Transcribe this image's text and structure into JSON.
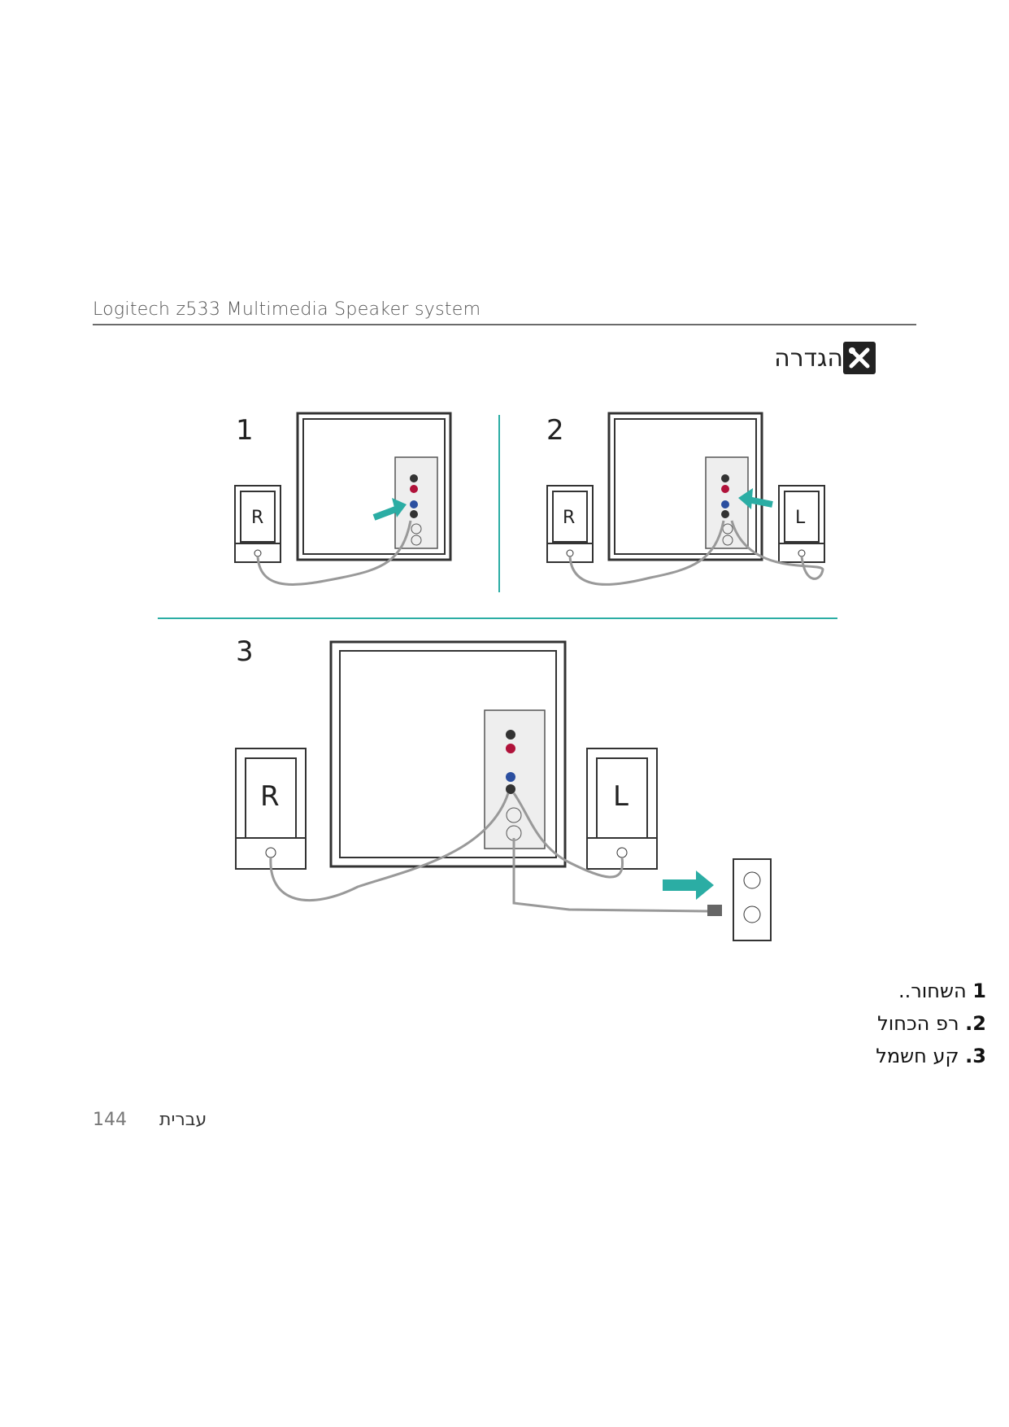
{
  "header": {
    "title": "Logitech z533 Multimedia Speaker system"
  },
  "section": {
    "heading": "הגדרה",
    "icon": "tools-icon"
  },
  "figure": {
    "panel_labels": [
      "1",
      "2",
      "3"
    ],
    "speaker_labels": {
      "right": "R",
      "left": "L"
    }
  },
  "steps": [
    {
      "text": "השחור..",
      "number": "1"
    },
    {
      "text": "רפ הכחול",
      "number": "2."
    },
    {
      "text": "קע חשמל",
      "number": "3."
    }
  ],
  "footer": {
    "page_number": "144",
    "language": "עברית"
  },
  "colors": {
    "accent": "#2bada4",
    "text": "#222222",
    "rule": "#6b6b6b"
  }
}
